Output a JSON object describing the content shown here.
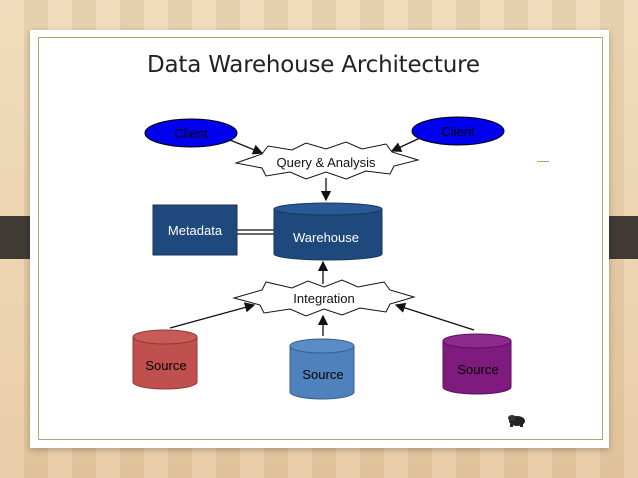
{
  "slide": {
    "title": "Data Warehouse Architecture"
  },
  "diagram": {
    "clients": [
      "Client",
      "Client"
    ],
    "query_label": "Query & Analysis",
    "metadata_label": "Metadata",
    "warehouse_label": "Warehouse",
    "integration_label": "Integration",
    "sources": [
      {
        "label": "Source",
        "color": "#c0504d"
      },
      {
        "label": "Source",
        "color": "#4f81bd"
      },
      {
        "label": "Source",
        "color": "#7f1a7f"
      }
    ],
    "colors": {
      "client_fill": "#0000ee",
      "metadata_fill": "#1f497d",
      "warehouse_fill": "#1f497d",
      "background": "#ecd3ad",
      "accent": "#9fb06a",
      "side_tab": "#3f3a36"
    }
  }
}
